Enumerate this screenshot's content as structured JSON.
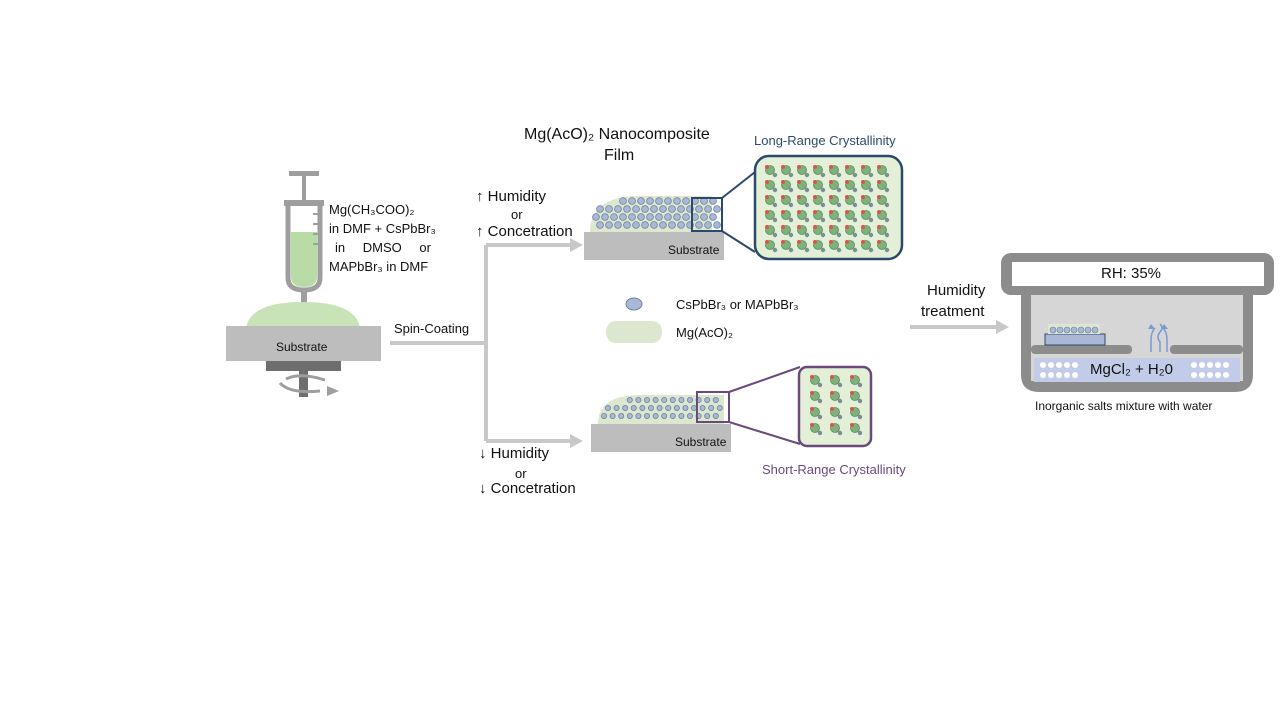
{
  "syringe": {
    "line1": "Mg(CH₃COO)₂",
    "line2": "in DMF + CsPbBr₃",
    "line3": "in DMSO or",
    "line4": "MAPbBr₃ in DMF"
  },
  "substrate_label": "Substrate",
  "spin_label": "Spin-Coating",
  "film_title_line1": "Mg(AcO)₂ Nanocomposite",
  "film_title_line2": "Film",
  "upper_branch": {
    "line1": "↑ Humidity",
    "line2": "or",
    "line3": "↑ Concetration"
  },
  "lower_branch": {
    "line1": "↓ Humidity",
    "line2": "or",
    "line3": "↓ Concetration"
  },
  "long_range": "Long-Range Crystallinity",
  "short_range": "Short-Range Crystallinity",
  "legend": {
    "item1": "CsPbBr₃ or MAPbBr₃",
    "item2": "Mg(AcO)₂"
  },
  "humidity_treatment_line1": "Humidity",
  "humidity_treatment_line2": "treatment",
  "chamber": {
    "rh": "RH: 35%",
    "salt": "MgCl₂ + H₂0",
    "caption": "Inorganic salts mixture with water"
  },
  "colors": {
    "film_green": "#dbe8cf",
    "nanoparticle": "#a9b8d6",
    "substrate": "#bdbdbd",
    "arrow_gray": "#c8c8c8",
    "chamber_gray": "#8c8c8c",
    "long_range_border": "#2b4a6b",
    "short_range_border": "#6a4a7a"
  }
}
